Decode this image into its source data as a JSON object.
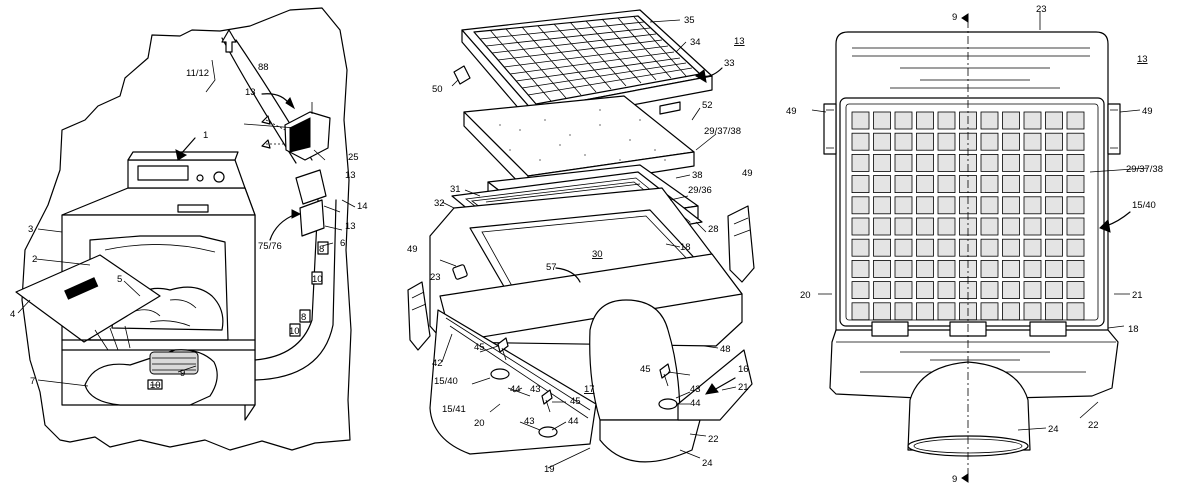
{
  "figures": [
    {
      "name": "dryer-installation-view",
      "labels": [
        "1",
        "2",
        "3",
        "4",
        "5",
        "7",
        "9",
        "10",
        "11/12",
        "88",
        "13",
        "25",
        "13",
        "14",
        "13",
        "6",
        "75/76",
        "8",
        "10",
        "8",
        "10"
      ]
    },
    {
      "name": "exploded-view",
      "labels": [
        "35",
        "34",
        "13",
        "33",
        "50",
        "52",
        "29/37/38",
        "38",
        "29/36",
        "31",
        "32",
        "28",
        "18",
        "49",
        "30",
        "57",
        "49",
        "23",
        "42",
        "45",
        "15/40",
        "44",
        "43",
        "17",
        "15/41",
        "45",
        "20",
        "43",
        "44",
        "45",
        "43",
        "44",
        "48",
        "16",
        "21",
        "22",
        "19",
        "24"
      ]
    },
    {
      "name": "front-view",
      "labels": [
        "23",
        "9",
        "13",
        "49",
        "49",
        "29/37/38",
        "15/40",
        "20",
        "21",
        "18",
        "22",
        "24",
        "9"
      ]
    }
  ]
}
